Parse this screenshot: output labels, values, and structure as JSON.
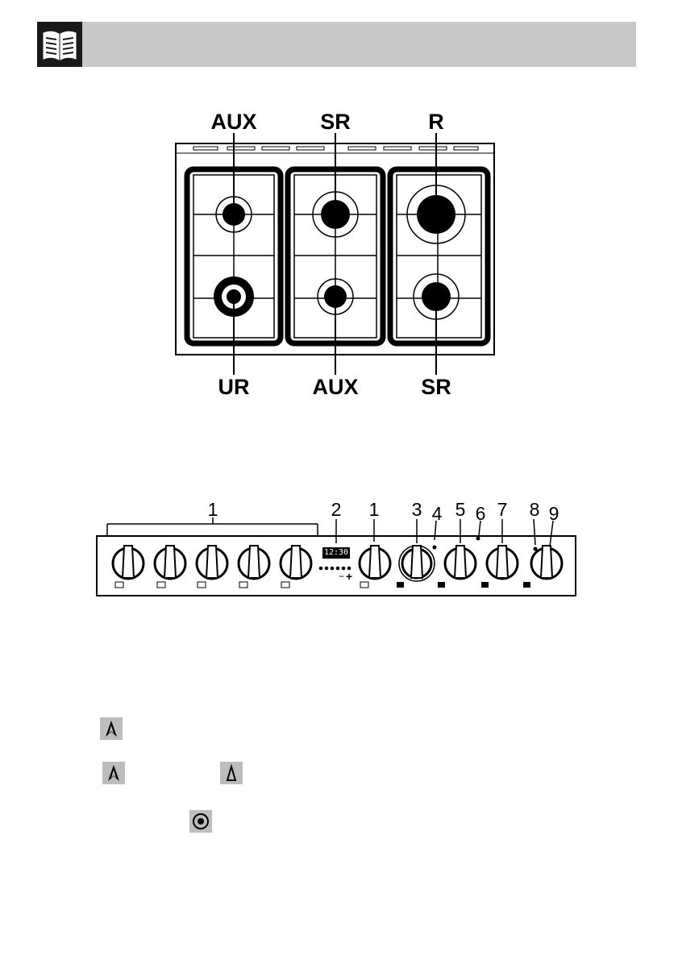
{
  "hob": {
    "labels_top": [
      "AUX",
      "SR",
      "R"
    ],
    "labels_bottom": [
      "UR",
      "AUX",
      "SR"
    ]
  },
  "panel": {
    "numbers": [
      "1",
      "2",
      "1",
      "3",
      "4",
      "5",
      "6",
      "7",
      "8",
      "9"
    ],
    "display_time": "12:30",
    "minus_sign": "−",
    "plus_sign": "+"
  },
  "icons": [
    "book-icon",
    "flame-large-icon",
    "flame-large-icon",
    "flame-small-icon",
    "dot-circle-icon"
  ]
}
